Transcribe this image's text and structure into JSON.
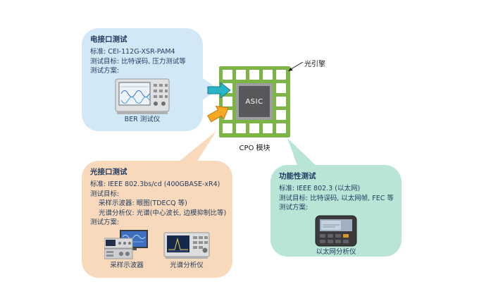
{
  "colors": {
    "electrical_bubble": "#d3e8f7",
    "optical_bubble": "#f9d9bb",
    "functional_bubble": "#b9e5d7",
    "module_green": "#7cb445",
    "chip_dark": "#58585a",
    "chip_ring": "#9c9ea1",
    "arrow_cyan": "#2ab5c6",
    "arrow_orange": "#f7a823",
    "text_navy": "#1f3a5f"
  },
  "module": {
    "chip_label": "ASIC",
    "module_label": "CPO 模块",
    "engine_label": "光引擎"
  },
  "electrical": {
    "title": "电接口测试",
    "lines": [
      "标准: CEI-112G-XSR-PAM4",
      "测试目标: 比特误码, 压力测试等",
      "测试方案:"
    ],
    "device_label": "BER 测试仪"
  },
  "optical": {
    "title": "光接口测试",
    "lines": [
      "标准: IEEE 802.3bs/cd (400GBASE-xR4)",
      "测试目标:",
      "采样示波器: 眼图(TDECQ 等)",
      "光谱分析仪: 光谱(中心波长, 边模抑制比等)",
      "测试方案:"
    ],
    "device_labels": [
      "采样示波器",
      "光谱分析仪"
    ]
  },
  "functional": {
    "title": "功能性测试",
    "lines": [
      "标准: IEEE 802.3 (以太网)",
      "测试目标: 比特误码, 以太网帧, FEC 等",
      "测试方案:"
    ],
    "device_label": "以太网分析仪"
  }
}
